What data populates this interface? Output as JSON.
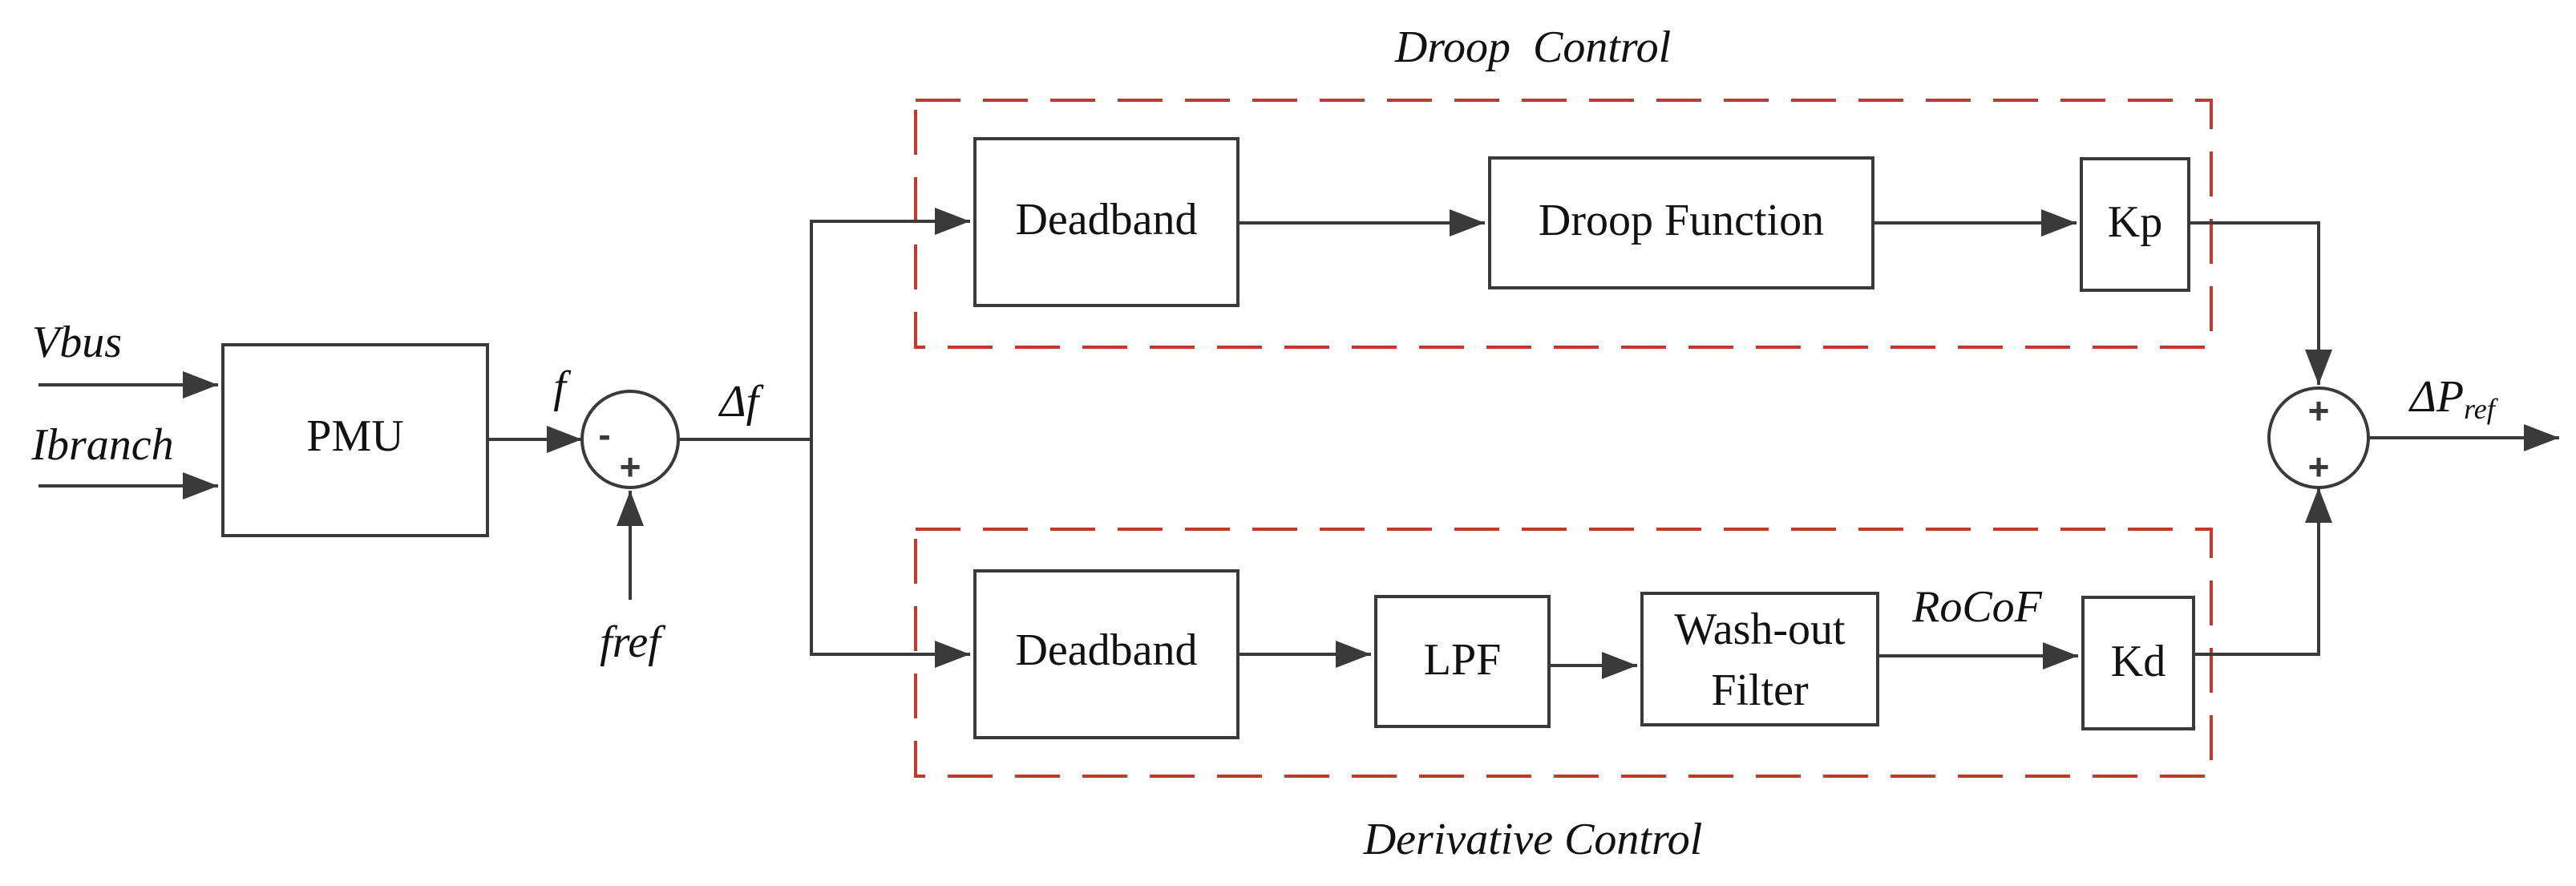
{
  "colors": {
    "line": "#3a3a3a",
    "group_border": "#c0392b",
    "text": "#111111"
  },
  "groups": {
    "droop_title": "Droop  Control",
    "derivative_title": "Derivative Control"
  },
  "inputs": {
    "vbus": "Vbus",
    "ibranch": "Ibranch",
    "fref": "fref"
  },
  "blocks": {
    "pmu": "PMU",
    "deadband_top": "Deadband",
    "droop_function": "Droop Function",
    "kp": "Kp",
    "deadband_bottom": "Deadband",
    "lpf": "LPF",
    "washout_line1": "Wash-out",
    "washout_line2": "Filter",
    "kd": "Kd"
  },
  "signals": {
    "f": "f",
    "delta_f": "Δf",
    "rocof": "RoCoF",
    "delta_p_main": "ΔP",
    "delta_p_sub": "ref"
  },
  "summing": {
    "error_minus": "-",
    "error_plus": "+",
    "output_top_plus": "+",
    "output_bottom_plus": "+"
  }
}
